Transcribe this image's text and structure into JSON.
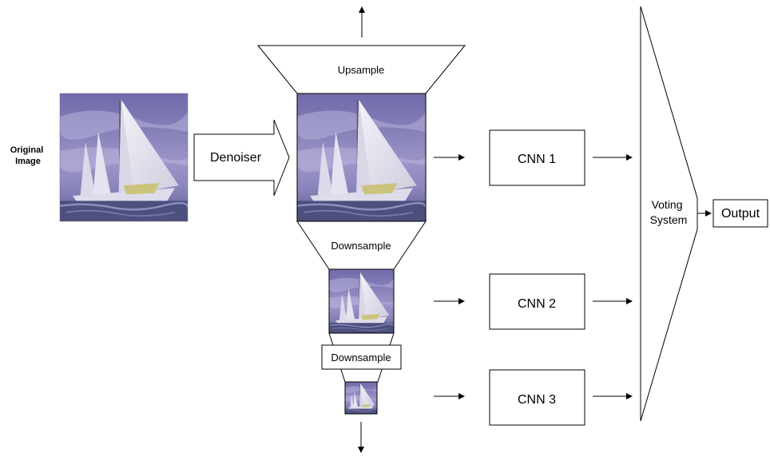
{
  "diagram": {
    "input_label_line1": "Original",
    "input_label_line2": "Image",
    "denoiser_label": "Denoiser",
    "upsample_label": "Upsample",
    "downsample_label_1": "Downsample",
    "downsample_label_2": "Downsample",
    "cnn_1": "CNN 1",
    "cnn_2": "CNN 2",
    "cnn_3": "CNN 3",
    "voting_line1": "Voting",
    "voting_line2": "System",
    "output_label": "Output"
  },
  "colors": {
    "sky": "#7f7ab6",
    "sky_light": "#a8a2cf",
    "sail": "#eceaf3",
    "sail_shadow": "#c9c6d8",
    "water": "#4d4f7d",
    "hull_accent": "#c8c06a"
  },
  "icons": [
    "sailboat-image",
    "arrow-right-icon",
    "arrow-up-icon",
    "arrow-down-icon"
  ]
}
